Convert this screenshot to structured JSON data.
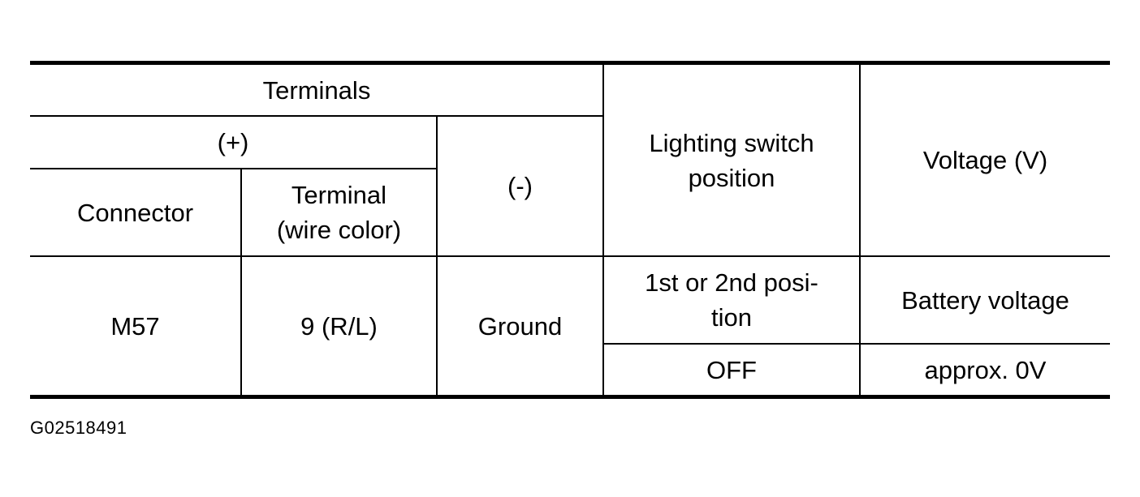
{
  "table": {
    "header": {
      "terminals": "Terminals",
      "positive": "(+)",
      "connector": "Connector",
      "terminal_wire_color": "Terminal\n(wire color)",
      "negative": "(-)",
      "lighting_switch_position": "Lighting switch\nposition",
      "voltage": "Voltage (V)"
    },
    "row": {
      "connector": "M57",
      "terminal": "9 (R/L)",
      "negative": "Ground",
      "conditions": [
        {
          "switch_position": "1st or 2nd posi-\ntion",
          "voltage": "Battery voltage"
        },
        {
          "switch_position": "OFF",
          "voltage": "approx. 0V"
        }
      ]
    }
  },
  "figure_id": "G02518491"
}
